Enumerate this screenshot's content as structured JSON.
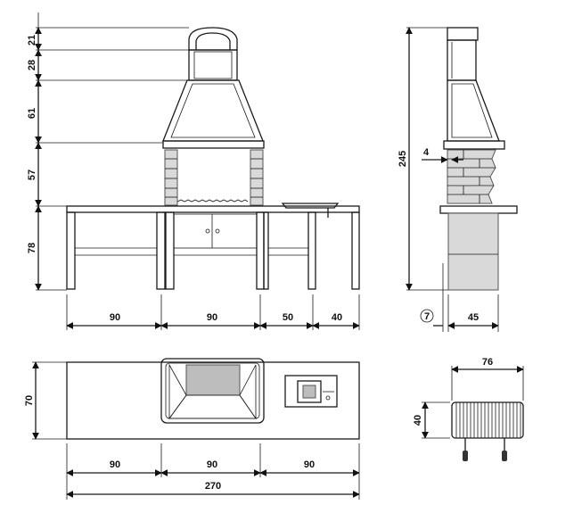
{
  "front_view": {
    "height_dims": [
      "21",
      "28",
      "61",
      "57",
      "78"
    ],
    "width_dims": [
      "90",
      "90",
      "50",
      "40"
    ]
  },
  "side_view": {
    "total_height": "245",
    "offset": "4",
    "base_offset": "7",
    "depth": "45"
  },
  "top_view": {
    "depth": "70",
    "width_dims": [
      "90",
      "90",
      "90"
    ],
    "total_width": "270"
  },
  "grill_detail": {
    "width": "76",
    "depth": "40"
  }
}
